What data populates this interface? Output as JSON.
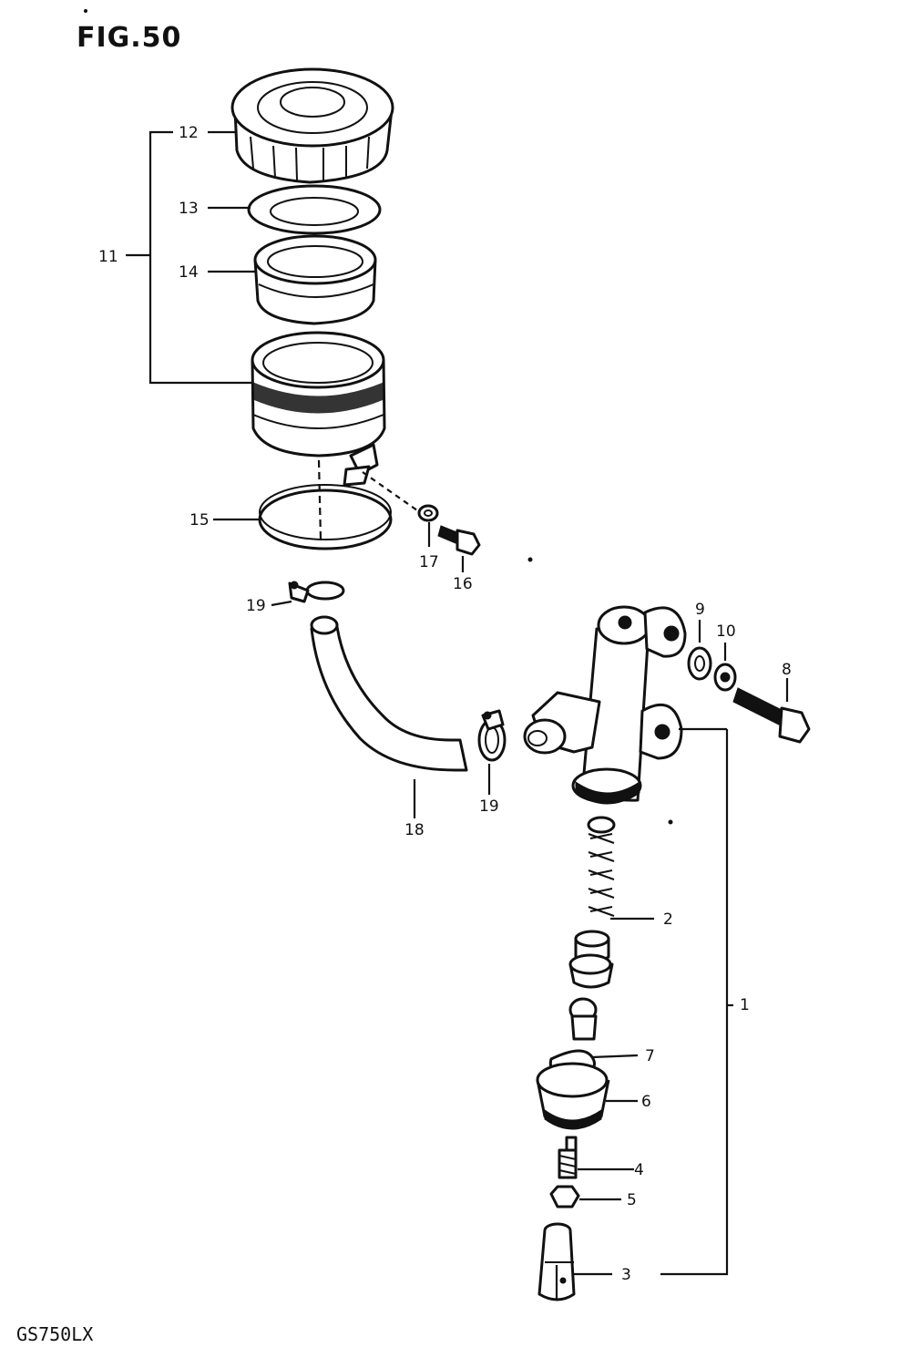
{
  "figure": {
    "title": "FIG.50",
    "model": "GS750LX"
  },
  "callouts": [
    {
      "id": "1",
      "text": "1"
    },
    {
      "id": "2",
      "text": "2"
    },
    {
      "id": "3",
      "text": "3"
    },
    {
      "id": "4",
      "text": "4"
    },
    {
      "id": "5",
      "text": "5"
    },
    {
      "id": "6",
      "text": "6"
    },
    {
      "id": "7",
      "text": "7"
    },
    {
      "id": "8",
      "text": "8"
    },
    {
      "id": "9",
      "text": "9"
    },
    {
      "id": "10",
      "text": "10"
    },
    {
      "id": "11",
      "text": "11"
    },
    {
      "id": "12",
      "text": "12"
    },
    {
      "id": "13",
      "text": "13"
    },
    {
      "id": "14",
      "text": "14"
    },
    {
      "id": "15",
      "text": "15"
    },
    {
      "id": "16",
      "text": "16"
    },
    {
      "id": "17",
      "text": "17"
    },
    {
      "id": "18",
      "text": "18"
    },
    {
      "id": "19a",
      "text": "19"
    },
    {
      "id": "19b",
      "text": "19"
    }
  ]
}
